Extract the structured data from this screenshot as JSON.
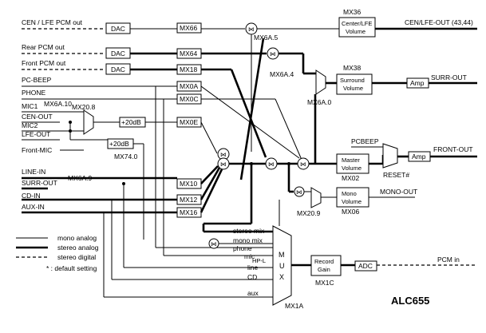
{
  "chip": "ALC655",
  "inputs": {
    "cen_lfe_pcm_out": "CEN / LFE PCM out",
    "rear_pcm_out": "Rear PCM out",
    "front_pcm_out": "Front PCM out",
    "pc_beep": "PC-BEEP",
    "phone": "PHONE",
    "mic1": "MIC1",
    "cen_out": "CEN-OUT",
    "mic2": "MIC2",
    "lfe_out": "LFE-OUT",
    "front_mic": "Front-MIC",
    "line_in": "LINE-IN",
    "surr_out_in": "SURR-OUT",
    "cd_in": "CD-IN",
    "aux_in": "AUX-IN"
  },
  "blocks": {
    "dac": "DAC",
    "adc": "ADC",
    "amp": "Amp",
    "plus20db": "+20dB",
    "center_lfe_line1": "Center/LFE",
    "center_lfe_line2": "Volume",
    "surround_line1": "Surround",
    "surround_line2": "Volume",
    "master_line1": "Master",
    "master_line2": "Volume",
    "mono_line1": "Mono",
    "mono_line2": "Volume",
    "record_line1": "Record",
    "record_line2": "Gain",
    "mux": [
      "M",
      "U",
      "X"
    ]
  },
  "registers": {
    "mx66": "MX66",
    "mx64": "MX64",
    "mx18": "MX18",
    "mx0a": "MX0A",
    "mx0c": "MX0C",
    "mx0e": "MX0E",
    "mx10": "MX10",
    "mx12": "MX12",
    "mx16": "MX16",
    "mx36": "MX36",
    "mx38": "MX38",
    "mx02": "MX02",
    "mx06": "MX06",
    "mx1c": "MX1C",
    "mx1a": "MX1A",
    "mx6a5": "MX6A.5",
    "mx6a4": "MX6A.4",
    "mx6a0": "MX6A.0",
    "mx6a10": "MX6A.10",
    "mx6a9": "MX6A.9",
    "mx208": "MX20.8",
    "mx209": "MX20.9",
    "mx740": "MX74.0",
    "pcbeep": "PCBEEP",
    "reset": "RESET#"
  },
  "outputs": {
    "cen_lfe_out": "CEN/LFE-OUT (43,44)",
    "surr_out": "SURR-OUT",
    "front_out": "FRONT-OUT",
    "mono_out": "MONO-OUT",
    "pcm_in": "PCM in"
  },
  "mux_inputs": [
    "stereo mix",
    "mono mix",
    "phone",
    "mic",
    "line",
    "CD",
    "aux"
  ],
  "mux_extra": "HP-L",
  "legend": {
    "mono": "mono analog",
    "stereo": "stereo analog",
    "digital": "stereo digital",
    "default": "* :  default setting"
  }
}
